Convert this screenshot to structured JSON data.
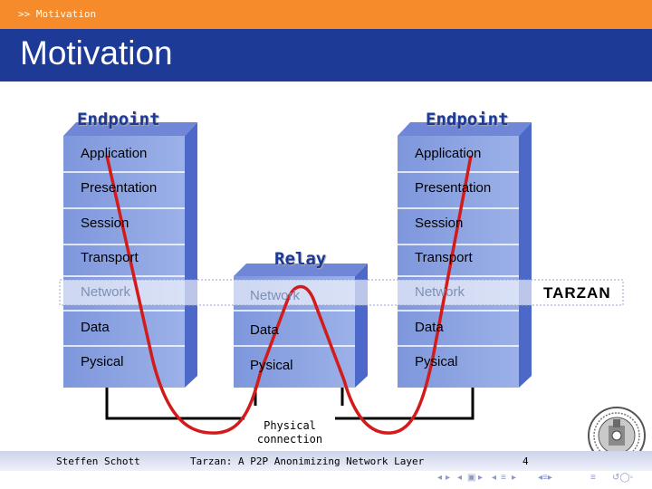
{
  "header": {
    "breadcrumb": ">> Motivation",
    "title": "Motivation"
  },
  "diagram": {
    "left_endpoint_label": "Endpoint",
    "right_endpoint_label": "Endpoint",
    "relay_label": "Relay",
    "endpoint_layers": [
      "Application",
      "Presentation",
      "Session",
      "Transport",
      "Network",
      "Data",
      "Pysical"
    ],
    "relay_layers": [
      "Network",
      "Data",
      "Pysical"
    ],
    "tarzan_label": "TARZAN",
    "physical_connection_line1": "Physical",
    "physical_connection_line2": "connection"
  },
  "footer": {
    "author": "Steffen Schott",
    "talk_title": "Tarzan: A P2P Anonimizing Network Layer",
    "page_number": "4"
  },
  "nav": {
    "icons": [
      "first-slide-icon",
      "prev-slide-icon",
      "next-slide-icon",
      "prev-frame-icon",
      "next-frame-icon",
      "prev-section-icon",
      "next-section-icon",
      "prev-subsection-icon",
      "next-subsection-icon",
      "outline-icon",
      "search-icon"
    ]
  },
  "colors": {
    "topbar": "#f58b2a",
    "titlebar": "#1c3a96",
    "stack_front": "#8fa6e2",
    "stack_side": "#4c69c9",
    "path_line": "#d21b1b"
  }
}
